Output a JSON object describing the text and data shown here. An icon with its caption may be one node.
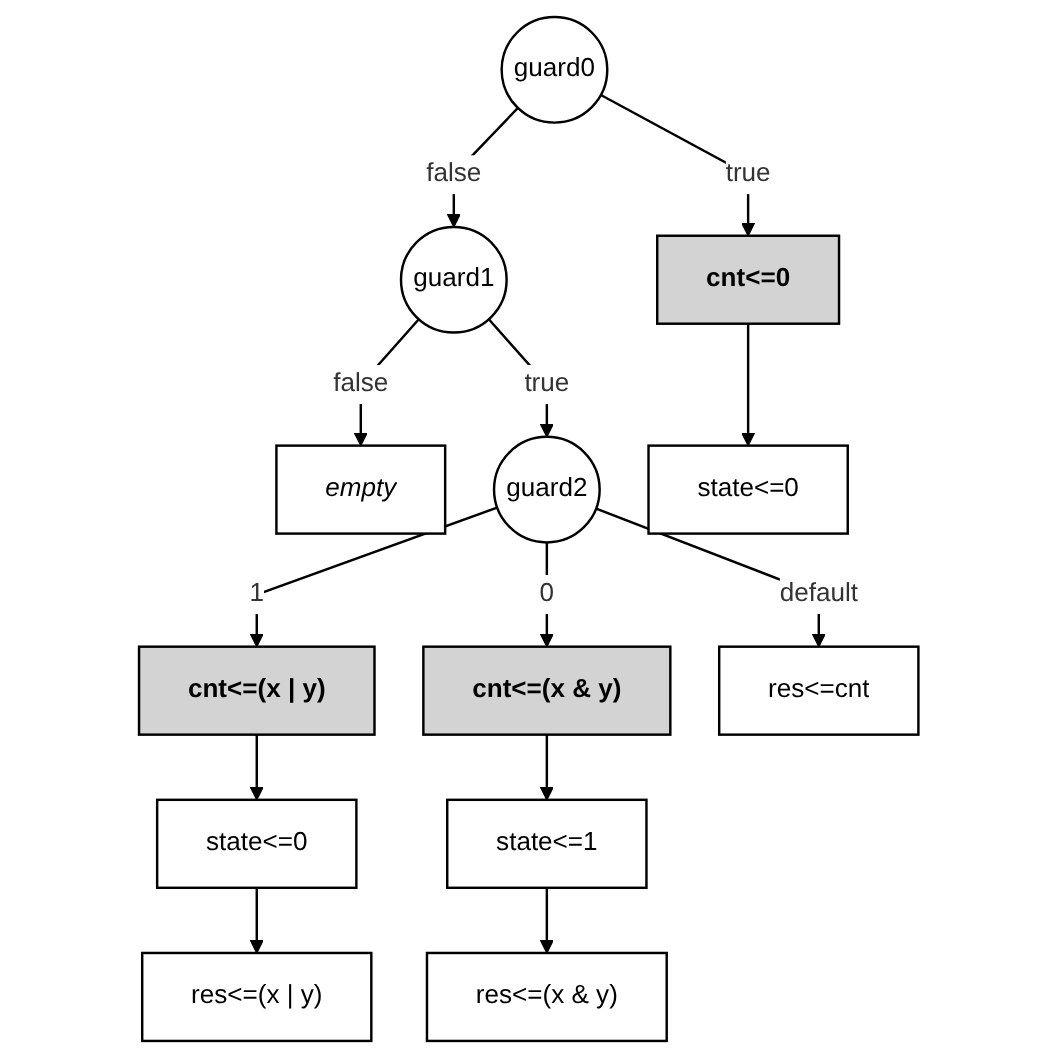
{
  "diagram": {
    "nodes": [
      {
        "text": [
          "guard0"
        ]
      },
      {
        "text": [
          "guard1"
        ]
      },
      {
        "text": [
          "cnt<=0"
        ]
      },
      {
        "text": [
          "empty"
        ]
      },
      {
        "text": [
          "state<=0"
        ]
      },
      {
        "text": [
          "guard2"
        ]
      },
      {
        "text": [
          "cnt<=(x | y)"
        ]
      },
      {
        "text": [
          "cnt<=(x & y)"
        ]
      },
      {
        "text": [
          "res<=cnt"
        ]
      },
      {
        "text": [
          "state<=0"
        ]
      },
      {
        "text": [
          "state<=1"
        ]
      },
      {
        "text": [
          "res<=(x | y)"
        ]
      },
      {
        "text": [
          "res<=(x & y)"
        ]
      }
    ],
    "edges": [
      {
        "from": 0,
        "to": 1,
        "arrow": "to",
        "label": "false"
      },
      {
        "from": 0,
        "to": 2,
        "arrow": "to",
        "label": "true"
      },
      {
        "from": 1,
        "to": 3,
        "arrow": "to",
        "label": "false"
      },
      {
        "from": 1,
        "to": 5,
        "arrow": "to",
        "label": "true"
      },
      {
        "from": 2,
        "to": 4,
        "arrow": "to"
      },
      {
        "from": 5,
        "to": 6,
        "arrow": "to",
        "label": "1"
      },
      {
        "from": 5,
        "to": 7,
        "arrow": "to",
        "label": "0"
      },
      {
        "from": 5,
        "to": 8,
        "arrow": "to",
        "label": "default"
      },
      {
        "from": 6,
        "to": 9,
        "arrow": "to"
      },
      {
        "from": 7,
        "to": 10,
        "arrow": "to"
      },
      {
        "from": 9,
        "to": 11,
        "arrow": "to"
      },
      {
        "from": 10,
        "to": 12,
        "arrow": "to"
      }
    ]
  }
}
